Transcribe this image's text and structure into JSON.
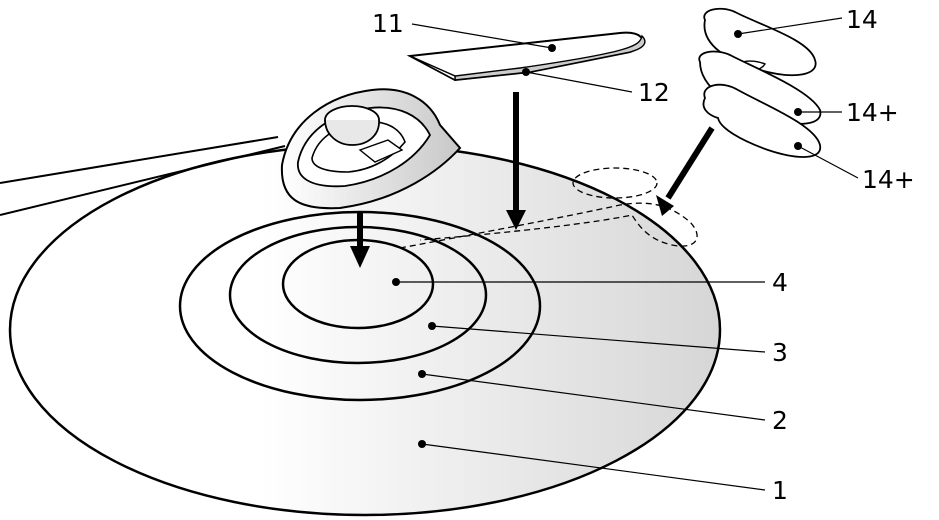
{
  "labels": {
    "top_piece": "11",
    "bottom_piece": "12",
    "disc_top": "14",
    "disc_mid": "14+",
    "disc_bottom": "14+",
    "ring_center": "4",
    "ring_third": "3",
    "ring_second": "2",
    "ring_outer": "1"
  },
  "colors": {
    "stroke": "#000000",
    "shade": "#d8d8d8",
    "background": "#ffffff"
  }
}
